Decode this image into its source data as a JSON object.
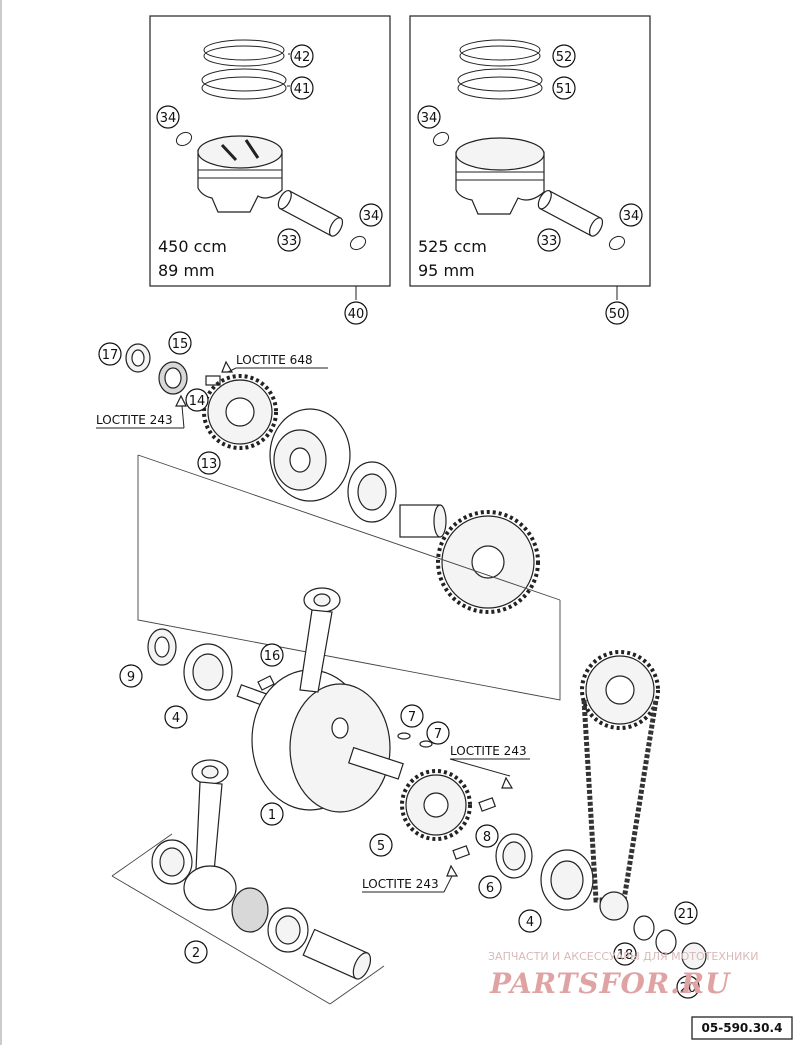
{
  "boxes": {
    "left": {
      "line1": "450 ccm",
      "line2": "89 mm"
    },
    "right": {
      "line1": "525 ccm",
      "line2": "95 mm"
    }
  },
  "callouts": {
    "c42": "42",
    "c41": "41",
    "c34_l1": "34",
    "c34_l2": "34",
    "c33_l": "33",
    "c40": "40",
    "c52": "52",
    "c51": "51",
    "c34_r1": "34",
    "c34_r2": "34",
    "c33_r": "33",
    "c50": "50",
    "c17": "17",
    "c15": "15",
    "c14": "14",
    "c13": "13",
    "c16": "16",
    "c9": "9",
    "c4a": "4",
    "c1": "1",
    "c7a": "7",
    "c7b": "7",
    "c8": "8",
    "c5": "5",
    "c6": "6",
    "c4b": "4",
    "c21": "21",
    "c18": "18",
    "c20": "20",
    "c2": "2"
  },
  "notes": {
    "loctite648": "LOCTITE 648",
    "loctite243_a": "LOCTITE 243",
    "loctite243_b": "LOCTITE 243",
    "loctite243_c": "LOCTITE 243"
  },
  "watermark": {
    "line1": "ЗАПЧАСТИ И АКСЕССУАРЫ ДЛЯ МОТОТЕХНИКИ",
    "line2": "PARTSFOR.RU"
  },
  "code": "05-590.30.4"
}
